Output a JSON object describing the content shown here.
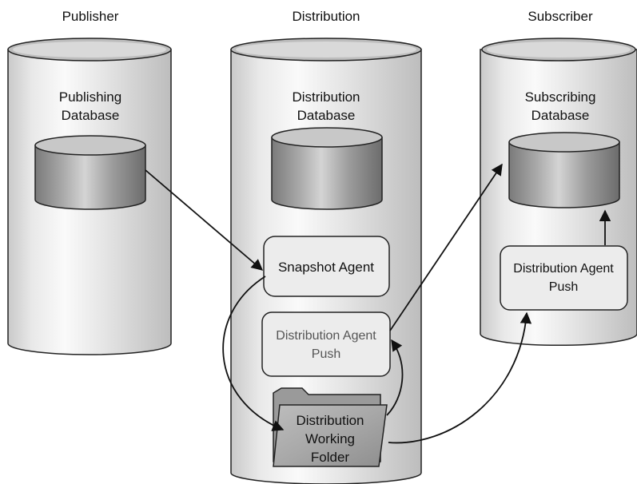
{
  "columns": {
    "publisher": "Publisher",
    "distribution": "Distribution",
    "subscriber": "Subscriber"
  },
  "publisher_db": {
    "line1": "Publishing",
    "line2": "Database"
  },
  "distribution_db": {
    "line1": "Distribution",
    "line2": "Database"
  },
  "subscriber_db": {
    "line1": "Subscribing",
    "line2": "Database"
  },
  "snapshot_agent": {
    "label": "Snapshot Agent"
  },
  "dist_agent_distributor": {
    "line1": "Distribution Agent",
    "line2": "Push"
  },
  "dist_agent_subscriber": {
    "line1": "Distribution Agent",
    "line2": "Push"
  },
  "working_folder": {
    "line1": "Distribution",
    "line2": "Working",
    "line3": "Folder"
  }
}
